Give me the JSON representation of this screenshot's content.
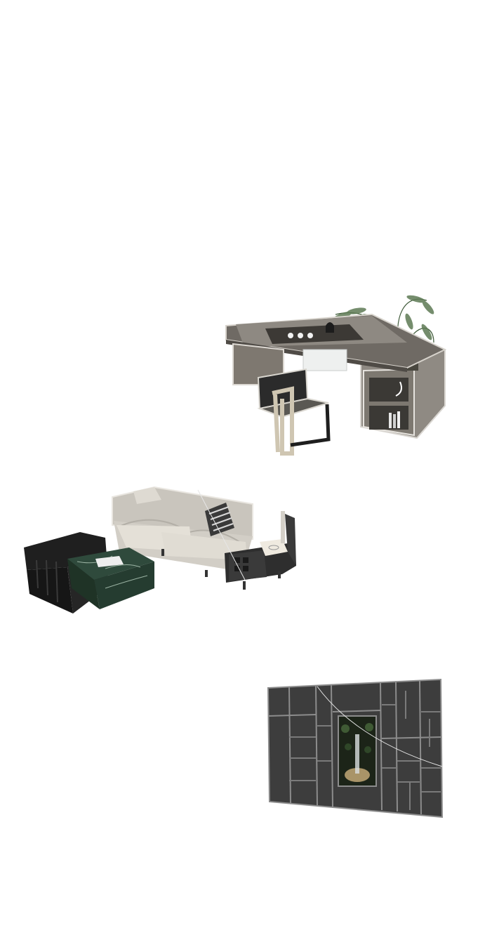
{
  "scene": {
    "background": "#ffffff",
    "models": [
      {
        "id": "tea-desk",
        "icon": "tea-desk-with-chair-and-plant-icon",
        "colors": {
          "top": "#6f6a64",
          "top_grain": "#8e8982",
          "body": "#8a847c",
          "chair_frame": "#cfc6b2",
          "chair_seat": "#2b2b2b",
          "plant": "#4f6b47"
        }
      },
      {
        "id": "sofa-set",
        "icon": "sofa-with-marble-coffee-table-icon",
        "colors": {
          "sofa": "#c9c5bd",
          "cushion": "#e4e0d7",
          "side_panel": "#2e2e2e",
          "table_wood": "#1f1f1f",
          "marble": "#2f4a3c"
        }
      },
      {
        "id": "bookshelf",
        "icon": "bookshelf-with-waterfall-panel-icon",
        "colors": {
          "frame": "#3d3d3d",
          "inner": "#575757",
          "edge": "#8c8c8c",
          "panel": "#1c2418",
          "glow": "#e6c48a"
        }
      }
    ]
  }
}
